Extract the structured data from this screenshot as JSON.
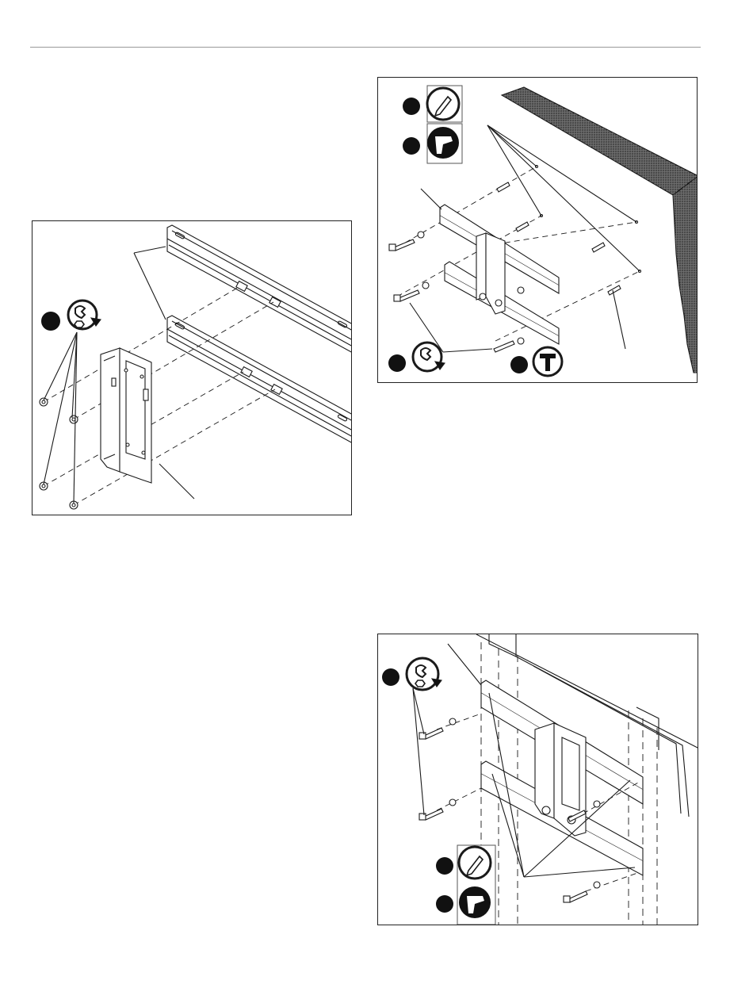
{
  "page": {
    "figures": [
      {
        "id": "figure-1",
        "tools": [
          "wrench-icon"
        ]
      },
      {
        "id": "figure-2",
        "tools": [
          "pencil-icon",
          "drill-icon",
          "wrench-icon",
          "hammer-icon"
        ]
      },
      {
        "id": "figure-3",
        "tools": [
          "wrench-icon",
          "pencil-icon",
          "drill-icon"
        ]
      }
    ],
    "colors": {
      "line": "#1a1a1a",
      "badge": "#111111",
      "rule": "#9a9a9a"
    }
  }
}
